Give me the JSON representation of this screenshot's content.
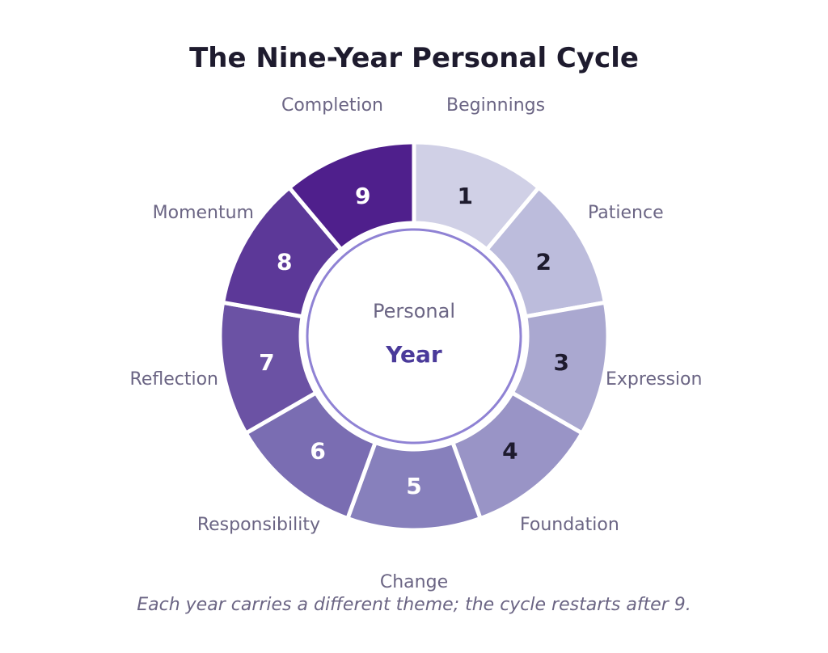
{
  "title": "The Nine-Year Personal Cycle",
  "caption": "Each year carries a different theme; the cycle restarts after 9.",
  "hub": {
    "line1": "Personal",
    "line2": "Year"
  },
  "segments": [
    {
      "number": "1",
      "theme": "Beginnings",
      "fill": "#d0d0e6",
      "text_color": "#1e1b2e"
    },
    {
      "number": "2",
      "theme": "Patience",
      "fill": "#bcbcdc",
      "text_color": "#1e1b2e"
    },
    {
      "number": "3",
      "theme": "Expression",
      "fill": "#aaa8d0",
      "text_color": "#1e1b2e"
    },
    {
      "number": "4",
      "theme": "Foundation",
      "fill": "#9994c6",
      "text_color": "#1e1b2e"
    },
    {
      "number": "5",
      "theme": "Change",
      "fill": "#8780bc",
      "text_color": "#ffffff"
    },
    {
      "number": "6",
      "theme": "Responsibility",
      "fill": "#7a6db2",
      "text_color": "#ffffff"
    },
    {
      "number": "7",
      "theme": "Reflection",
      "fill": "#6b52a4",
      "text_color": "#ffffff"
    },
    {
      "number": "8",
      "theme": "Momentum",
      "fill": "#5c3898",
      "text_color": "#ffffff"
    },
    {
      "number": "9",
      "theme": "Completion",
      "fill": "#4f1f8c",
      "text_color": "#ffffff"
    }
  ],
  "colors": {
    "hub_ring": "#8f82d4",
    "separator": "#ffffff"
  }
}
